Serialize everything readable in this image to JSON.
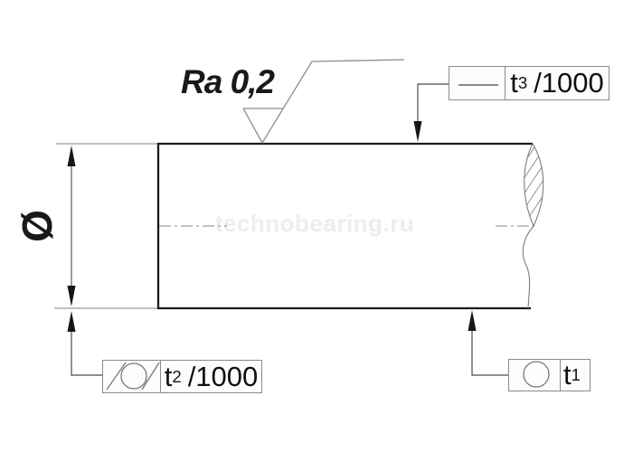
{
  "labels": {
    "surface_roughness": "Ra 0,2",
    "diameter_symbol": "Ø",
    "watermark": "technobearing.ru"
  },
  "tolerance_frames": {
    "t3": {
      "symbol": "straightness",
      "name": "t",
      "sub": "3",
      "per": "/1000"
    },
    "t2": {
      "symbol": "cylindricity",
      "name": "t",
      "sub": "2",
      "per": "/1000"
    },
    "t1": {
      "symbol": "roundness",
      "name": "t",
      "sub": "1",
      "per": ""
    }
  },
  "colors": {
    "outline": "#1b1b1b",
    "thin_line": "#8c8c8c",
    "leader": "#4a4a4a",
    "arrow": "#161616",
    "text": "#111111",
    "watermark": "#ededed"
  }
}
